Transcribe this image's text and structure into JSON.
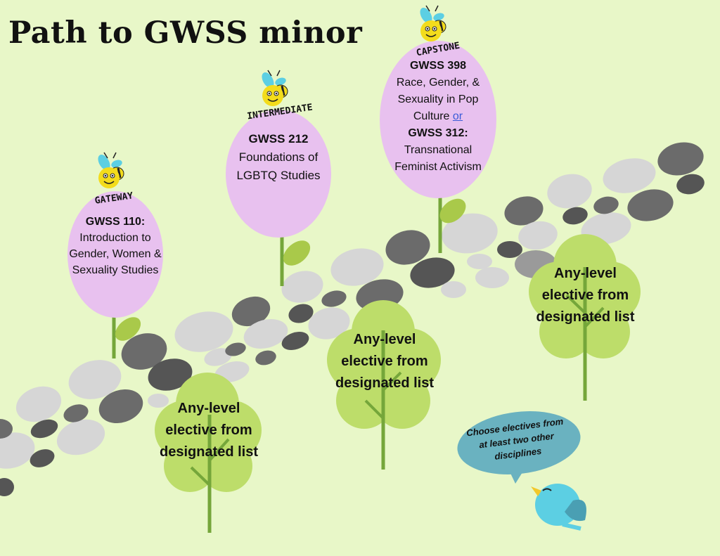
{
  "title": "Path to GWSS minor",
  "colors": {
    "background": "#e8f7c8",
    "flower": "#e8c1ef",
    "tree": "#bddd6a",
    "stem": "#75a63a",
    "leaf": "#a9c94a",
    "stone_light": "#d6d6d6",
    "stone_dark": "#555555",
    "bubble": "#6ab2c0",
    "bird": "#5ccfe3"
  },
  "stages": [
    {
      "tier": "GATEWAY",
      "icon": "bee-icon",
      "course_code": "GWSS 110:",
      "course_title": "Introduction to Gender, Women & Sexuality Studies"
    },
    {
      "tier": "INTERMEDIATE",
      "icon": "bee-icon",
      "course_code": "GWSS 212",
      "course_title": "Foundations of LGBTQ Studies"
    },
    {
      "tier": "CAPSTONE",
      "icon": "bee-icon",
      "course_code": "GWSS 398",
      "course_title": "Race, Gender, & Sexuality in Pop Culture",
      "connector": "or",
      "alt_code": "GWSS 312:",
      "alt_title": "Transnational Feminist Activism"
    }
  ],
  "electives": [
    {
      "text": "Any-level elective from designated list"
    },
    {
      "text": "Any-level elective from designated list"
    },
    {
      "text": "Any-level elective from designated list"
    }
  ],
  "note": {
    "text": "Choose electives from at least two other disciplines",
    "icon": "bird-icon"
  }
}
